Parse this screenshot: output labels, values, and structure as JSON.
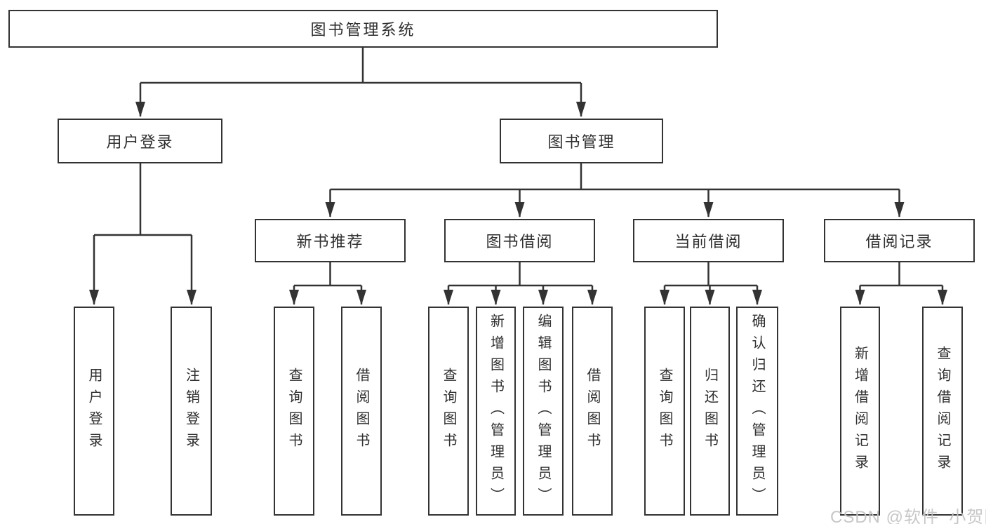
{
  "diagram": {
    "root": "图书管理系统",
    "branches": {
      "user_login": {
        "label": "用户登录",
        "children": [
          "用户登录",
          "注销登录"
        ]
      },
      "book_management": {
        "label": "图书管理",
        "children": {
          "new_books": {
            "label": "新书推荐",
            "children": [
              "查询图书",
              "借阅图书"
            ]
          },
          "book_borrowing": {
            "label": "图书借阅",
            "children": [
              "查询图书",
              "新增图书（管理员）",
              "编辑图书（管理员）",
              "借阅图书"
            ]
          },
          "current_borrowing": {
            "label": "当前借阅",
            "children": [
              "查询图书",
              "归还图书",
              "确认归还（管理员）"
            ]
          },
          "borrowing_records": {
            "label": "借阅记录",
            "children": [
              "新增借阅记录",
              "查询借阅记录"
            ]
          }
        }
      }
    }
  },
  "watermark": "CSDN @软件_小贺同学",
  "colors": {
    "line": "#333333",
    "box_border": "#333333",
    "text": "#2f2f2f",
    "watermark": "#c4c4c4",
    "background": "#ffffff"
  }
}
